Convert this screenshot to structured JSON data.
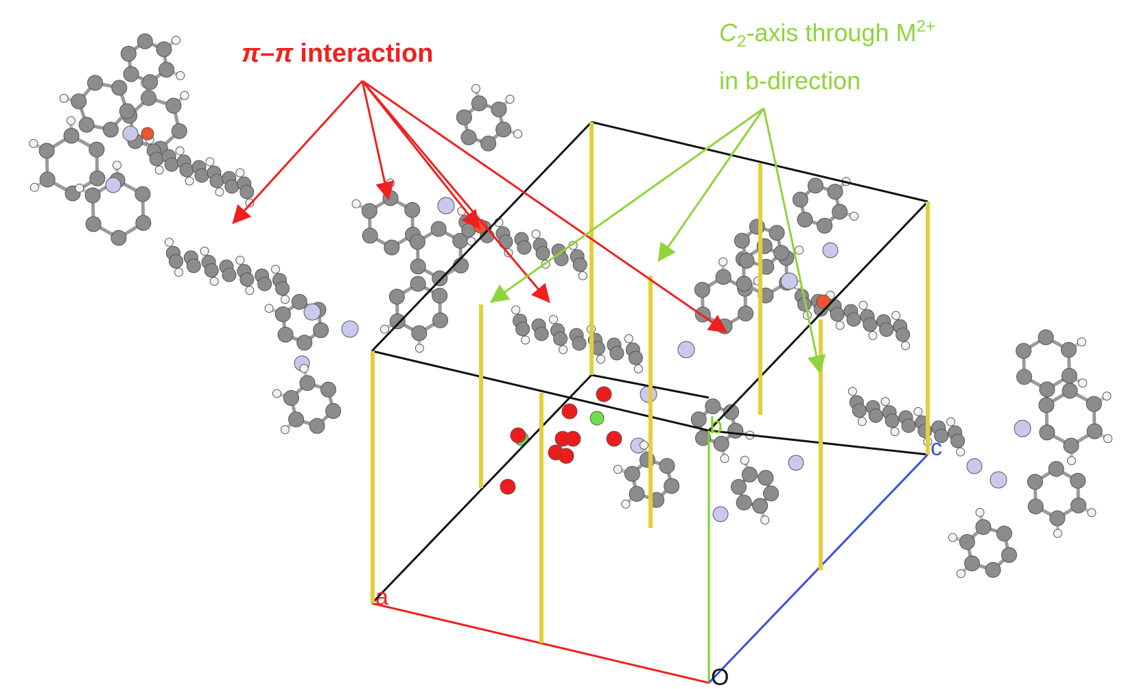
{
  "annotations": {
    "pi_pi": {
      "pi1": "π",
      "dash": "–",
      "pi2": "π",
      "text": "interaction",
      "color": "#f0201e"
    },
    "c2_axis": {
      "c": "C",
      "sub": "2",
      "line1_rest": "-axis through M",
      "sup": "2+",
      "line2": "in b-direction",
      "color": "#8fd43a"
    }
  },
  "axes": {
    "a": {
      "label": "a",
      "color": "#f0201e"
    },
    "b": {
      "label": "b",
      "color": "#7ed321"
    },
    "c": {
      "label": "c",
      "color": "#3a4fd8"
    },
    "o": {
      "label": "O",
      "color": "#111111"
    }
  },
  "colors": {
    "carbon": "#8c8c8c",
    "hydrogen": "#f2f2f2",
    "nitrogen": "#c9c9ee",
    "oxygen": "#ee1c1c",
    "chlorine": "#6ee04a",
    "metal": "#ee5533",
    "c2_axis_bar": "#e3cf3a",
    "cell_edge": "#111111"
  }
}
